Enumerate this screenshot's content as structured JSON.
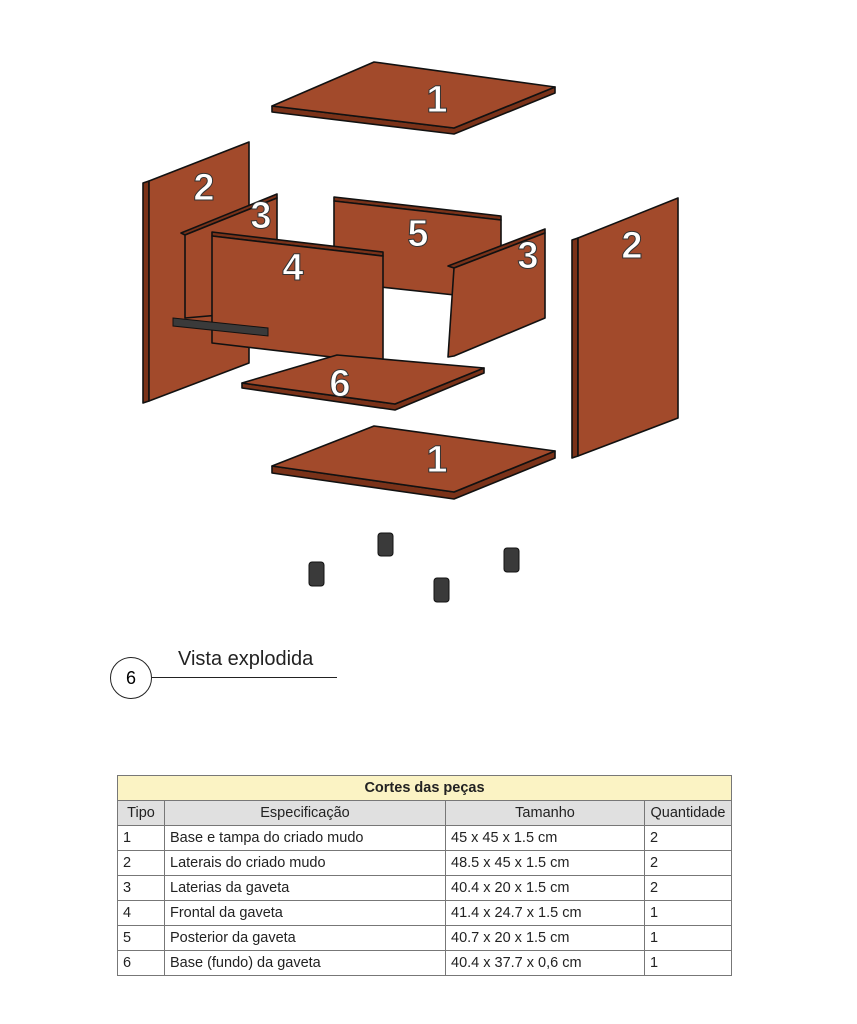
{
  "diagram": {
    "part_labels": {
      "top": "1",
      "bottom": "1",
      "left_side": "2",
      "right_side": "2",
      "drawer_left": "3",
      "drawer_right": "3",
      "drawer_front": "4",
      "drawer_back": "5",
      "drawer_base": "6"
    },
    "colors": {
      "wood": "#a24a2b",
      "wood_edge": "#7a3219",
      "legs": "#3a3a3a"
    }
  },
  "caption": {
    "number": "6",
    "title": "Vista explodida"
  },
  "table": {
    "title": "Cortes das peças",
    "headers": [
      "Tipo",
      "Especificação",
      "Tamanho",
      "Quantidade"
    ],
    "rows": [
      [
        "1",
        "Base e tampa do criado mudo",
        "45 x 45 x 1.5 cm",
        "2"
      ],
      [
        "2",
        "Laterais do criado mudo",
        "48.5 x 45 x 1.5 cm",
        "2"
      ],
      [
        "3",
        "Laterias da gaveta",
        "40.4 x 20 x 1.5 cm",
        "2"
      ],
      [
        "4",
        "Frontal da gaveta",
        "41.4 x 24.7 x 1.5 cm",
        "1"
      ],
      [
        "5",
        "Posterior da gaveta",
        "40.7 x 20 x 1.5 cm",
        "1"
      ],
      [
        "6",
        "Base (fundo) da gaveta",
        "40.4 x 37.7 x 0,6 cm",
        "1"
      ]
    ]
  }
}
